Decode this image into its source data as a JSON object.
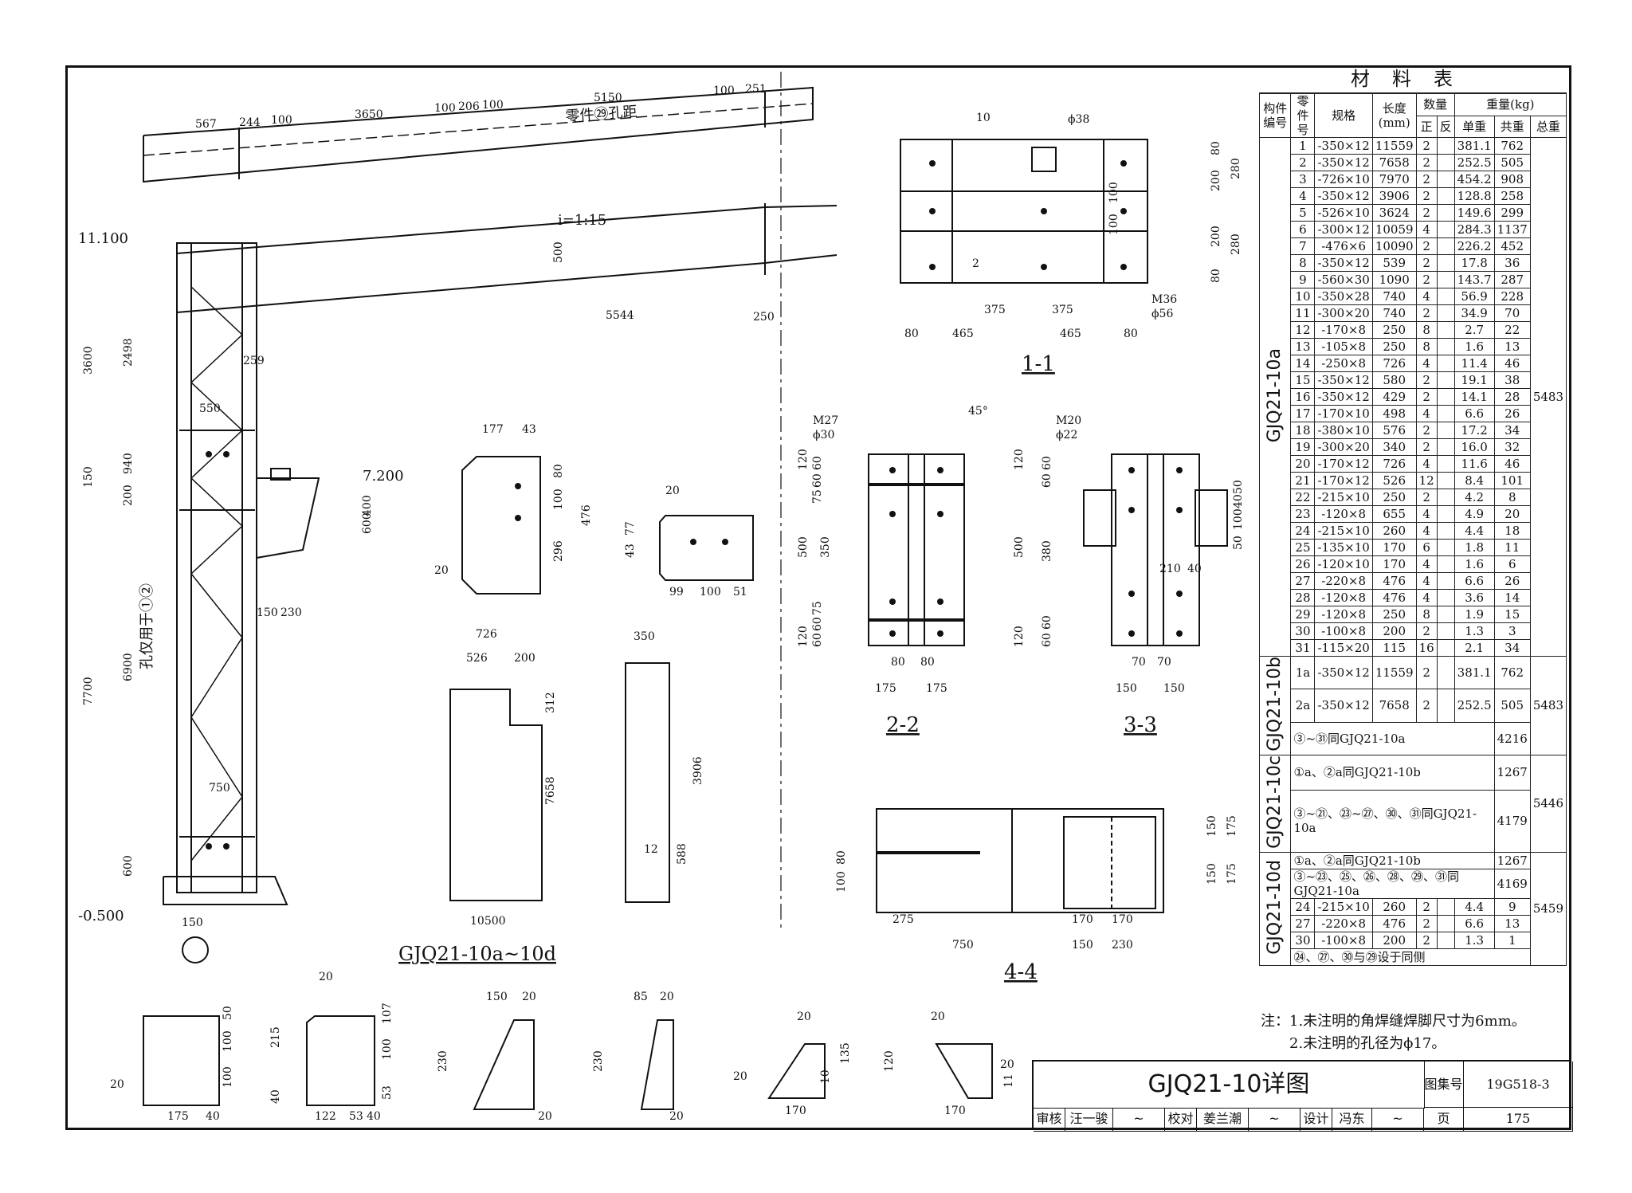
{
  "drawing": {
    "title": "GJQ21-10详图",
    "atlas_label": "图集号",
    "atlas_no": "19G518-3",
    "page_label": "页",
    "page_no": "175",
    "review_label": "审核",
    "reviewer": "汪一骏",
    "check_label": "校对",
    "checker": "姜兰潮",
    "design_label": "设计",
    "designer": "冯东"
  },
  "notes": {
    "line1": "注：1.未注明的角焊缝焊脚尺寸为6mm。",
    "line2": "2.未注明的孔径为ϕ17。"
  },
  "view_labels": {
    "main": "GJQ21-10a~10d",
    "sec11": "1-1",
    "sec22": "2-2",
    "sec33": "3-3",
    "sec44": "4-4"
  },
  "elevations": {
    "top": "11.100",
    "mid": "7.200",
    "bottom": "-0.500"
  },
  "main_dims": {
    "top": [
      "567",
      "244",
      "100",
      "3650",
      "100",
      "206",
      "100",
      "5150",
      "100",
      "251"
    ],
    "part29_note": "零件㉙孔距",
    "slope": "i=1:15",
    "beam_depth": "500",
    "beam_span": "5544",
    "end": "250",
    "col_left": [
      "3600",
      "2498",
      "940",
      "150",
      "200",
      "7700",
      "6900",
      "600"
    ],
    "col_widths": [
      "550",
      "259",
      "150",
      "230",
      "750",
      "150",
      "10500"
    ],
    "hole_note": "孔仅用于①②",
    "right_dims": [
      "400",
      "600"
    ]
  },
  "plate_dims": {
    "p27": [
      "177",
      "43",
      "80",
      "100",
      "296",
      "476",
      "20"
    ],
    "p29": [
      "20",
      "43",
      "77",
      "99",
      "100",
      "51"
    ],
    "p3": [
      "726",
      "526",
      "200",
      "312",
      "7658"
    ],
    "p4": [
      "350",
      "3906",
      "588",
      "12"
    ],
    "p22": [
      "50",
      "100",
      "100",
      "175",
      "40",
      "20"
    ],
    "p24": [
      "20",
      "107",
      "215",
      "100",
      "40",
      "53",
      "122",
      "53",
      "40"
    ],
    "p12": [
      "150",
      "20",
      "230",
      "20"
    ],
    "p13": [
      "85",
      "20",
      "230",
      "20"
    ],
    "p25": [
      "20",
      "135",
      "20",
      "10",
      "170",
      "20"
    ],
    "p26": [
      "20",
      "120",
      "20",
      "11",
      "170",
      "20"
    ]
  },
  "sec11_dims": [
    "80",
    "280",
    "200",
    "100",
    "100",
    "200",
    "280",
    "80",
    "375",
    "375",
    "80",
    "465",
    "465",
    "80",
    "M36",
    "ϕ56",
    "ϕ38",
    "10",
    "2"
  ],
  "sec22_dims": [
    "M27",
    "ϕ30",
    "120",
    "60",
    "60",
    "75",
    "500",
    "350",
    "75",
    "60",
    "60",
    "120",
    "80",
    "80",
    "175",
    "175",
    "45°"
  ],
  "sec33_dims": [
    "M20",
    "ϕ22",
    "120",
    "60",
    "60",
    "380",
    "500",
    "60",
    "60",
    "120",
    "70",
    "70",
    "150",
    "150",
    "50",
    "40",
    "100",
    "50",
    "210",
    "40"
  ],
  "sec44_dims": [
    "150",
    "175",
    "150",
    "175",
    "100",
    "80",
    "275",
    "170",
    "170",
    "750",
    "150",
    "230"
  ],
  "material_table": {
    "title": "材料表",
    "headers": {
      "member": "构件编号",
      "part": "零件号",
      "spec": "规格",
      "length": "长度(mm)",
      "qty": "数量",
      "qty_front": "正",
      "qty_back": "反",
      "weight": "重量(kg)",
      "unit_w": "单重",
      "total_w": "共重",
      "grand_w": "总重"
    },
    "group_a": {
      "member": "GJQ21-10a",
      "grand": "5483",
      "rows": [
        [
          "1",
          "-350×12",
          "11559",
          "2",
          "",
          "381.1",
          "762"
        ],
        [
          "2",
          "-350×12",
          "7658",
          "2",
          "",
          "252.5",
          "505"
        ],
        [
          "3",
          "-726×10",
          "7970",
          "2",
          "",
          "454.2",
          "908"
        ],
        [
          "4",
          "-350×12",
          "3906",
          "2",
          "",
          "128.8",
          "258"
        ],
        [
          "5",
          "-526×10",
          "3624",
          "2",
          "",
          "149.6",
          "299"
        ],
        [
          "6",
          "-300×12",
          "10059",
          "4",
          "",
          "284.3",
          "1137"
        ],
        [
          "7",
          "-476×6",
          "10090",
          "2",
          "",
          "226.2",
          "452"
        ],
        [
          "8",
          "-350×12",
          "539",
          "2",
          "",
          "17.8",
          "36"
        ],
        [
          "9",
          "-560×30",
          "1090",
          "2",
          "",
          "143.7",
          "287"
        ],
        [
          "10",
          "-350×28",
          "740",
          "4",
          "",
          "56.9",
          "228"
        ],
        [
          "11",
          "-300×20",
          "740",
          "2",
          "",
          "34.9",
          "70"
        ],
        [
          "12",
          "-170×8",
          "250",
          "8",
          "",
          "2.7",
          "22"
        ],
        [
          "13",
          "-105×8",
          "250",
          "8",
          "",
          "1.6",
          "13"
        ],
        [
          "14",
          "-250×8",
          "726",
          "4",
          "",
          "11.4",
          "46"
        ],
        [
          "15",
          "-350×12",
          "580",
          "2",
          "",
          "19.1",
          "38"
        ],
        [
          "16",
          "-350×12",
          "429",
          "2",
          "",
          "14.1",
          "28"
        ],
        [
          "17",
          "-170×10",
          "498",
          "4",
          "",
          "6.6",
          "26"
        ],
        [
          "18",
          "-380×10",
          "576",
          "2",
          "",
          "17.2",
          "34"
        ],
        [
          "19",
          "-300×20",
          "340",
          "2",
          "",
          "16.0",
          "32"
        ],
        [
          "20",
          "-170×12",
          "726",
          "4",
          "",
          "11.6",
          "46"
        ],
        [
          "21",
          "-170×12",
          "526",
          "12",
          "",
          "8.4",
          "101"
        ],
        [
          "22",
          "-215×10",
          "250",
          "2",
          "",
          "4.2",
          "8"
        ],
        [
          "23",
          "-120×8",
          "655",
          "4",
          "",
          "4.9",
          "20"
        ],
        [
          "24",
          "-215×10",
          "260",
          "4",
          "",
          "4.4",
          "18"
        ],
        [
          "25",
          "-135×10",
          "170",
          "6",
          "",
          "1.8",
          "11"
        ],
        [
          "26",
          "-120×10",
          "170",
          "4",
          "",
          "1.6",
          "6"
        ],
        [
          "27",
          "-220×8",
          "476",
          "4",
          "",
          "6.6",
          "26"
        ],
        [
          "28",
          "-120×8",
          "476",
          "4",
          "",
          "3.6",
          "14"
        ],
        [
          "29",
          "-120×8",
          "250",
          "8",
          "",
          "1.9",
          "15"
        ],
        [
          "30",
          "-100×8",
          "200",
          "2",
          "",
          "1.3",
          "3"
        ],
        [
          "31",
          "-115×20",
          "115",
          "16",
          "",
          "2.1",
          "34"
        ]
      ]
    },
    "group_b": {
      "member": "GJQ21-10b",
      "grand": "5483",
      "rows": [
        [
          "1a",
          "-350×12",
          "11559",
          "2",
          "",
          "381.1",
          "762"
        ],
        [
          "2a",
          "-350×12",
          "7658",
          "2",
          "",
          "252.5",
          "505"
        ]
      ],
      "same_text": "③~㉛同GJQ21-10a",
      "same_w": "4216"
    },
    "group_c": {
      "member": "GJQ21-10c",
      "grand": "5446",
      "line1": "①a、②a同GJQ21-10b",
      "line1_w": "1267",
      "line2": "③~㉑、㉓~㉗、㉚、㉛同GJQ21-10a",
      "line2_w": "4179"
    },
    "group_d": {
      "member": "GJQ21-10d",
      "grand": "5459",
      "line1": "①a、②a同GJQ21-10b",
      "line1_w": "1267",
      "line2": "③~㉓、㉕、㉖、㉘、㉙、㉛同GJQ21-10a",
      "line2_w": "4169",
      "rows": [
        [
          "24",
          "-215×10",
          "260",
          "2",
          "",
          "4.4",
          "9"
        ],
        [
          "27",
          "-220×8",
          "476",
          "2",
          "",
          "6.6",
          "13"
        ],
        [
          "30",
          "-100×8",
          "200",
          "2",
          "",
          "1.3",
          "1"
        ]
      ],
      "footer": "㉔、㉗、㉚与㉙设于同侧"
    }
  }
}
